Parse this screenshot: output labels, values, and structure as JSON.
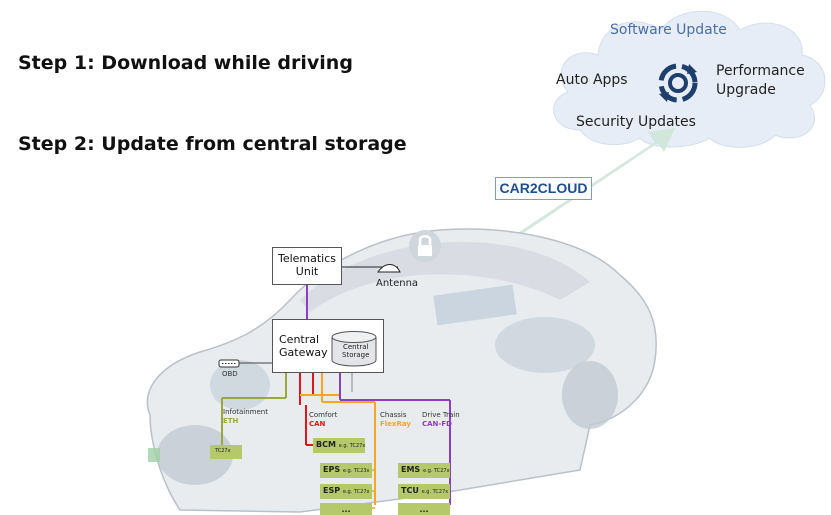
{
  "steps": {
    "step1": "Step 1: Download while driving",
    "step2": "Step 2: Update from central storage"
  },
  "cloud": {
    "software_update": "Software Update",
    "auto_apps": "Auto Apps",
    "performance": "Performance",
    "upgrade": "Upgrade",
    "security_updates": "Security Updates",
    "icon": "sync-cycle-icon"
  },
  "car2cloud": "CAR2CLOUD",
  "vehicle": {
    "telematics_line1": "Telematics",
    "telematics_line2": "Unit",
    "antenna": "Antenna",
    "gateway_line1": "Central",
    "gateway_line2": "Gateway",
    "storage_line1": "Central",
    "storage_line2": "Storage",
    "obd": "OBD",
    "infotainment": "Infotainment",
    "infotainment_bus": "ETH",
    "comfort": "Comfort",
    "comfort_bus": "CAN",
    "chassis": "Chassis",
    "chassis_bus": "FlexRay",
    "drivetrain": "Drive Train",
    "drivetrain_bus": "CAN-FD",
    "tc_small": "TC27x"
  },
  "ecus": [
    {
      "name": "BCM",
      "note": "e.g. TC27x"
    },
    {
      "name": "EPS",
      "note": "e.g. TC23x"
    },
    {
      "name": "ESP",
      "note": "e.g. TC27x"
    },
    {
      "name": "...",
      "note": ""
    },
    {
      "name": "EMS",
      "note": "e.g. TC27x"
    },
    {
      "name": "TCU",
      "note": "e.g. TC27x"
    },
    {
      "name": "...",
      "note": ""
    }
  ],
  "colors": {
    "cloud_fill": "#e6edf6",
    "cloud_title": "#4a6fa5",
    "arrow": "#cfe6d8",
    "ecu_fill": "#b5c96a",
    "can": "#e0161b",
    "flexray": "#f5a623",
    "canfd": "#8b3ec0",
    "eth": "#9aa83a",
    "car2cloud_text": "#1f4e8c"
  }
}
